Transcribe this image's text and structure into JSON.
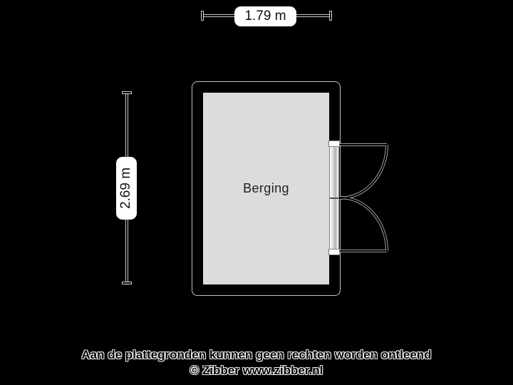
{
  "colors": {
    "background": "#000000",
    "wall": "#000000",
    "floor": "#DCDCDC",
    "dimension_label_box": "#FFFFFF",
    "line": "#000000",
    "text_halo": "#FFFFFF"
  },
  "room": {
    "label": "Berging"
  },
  "dimensions": {
    "width": "1.79 m",
    "height": "2.69 m"
  },
  "footer": {
    "disclaimer": "Aan de plattegronden kunnen geen rechten worden ontleend",
    "copyright": "© Zibber www.zibber.nl"
  }
}
